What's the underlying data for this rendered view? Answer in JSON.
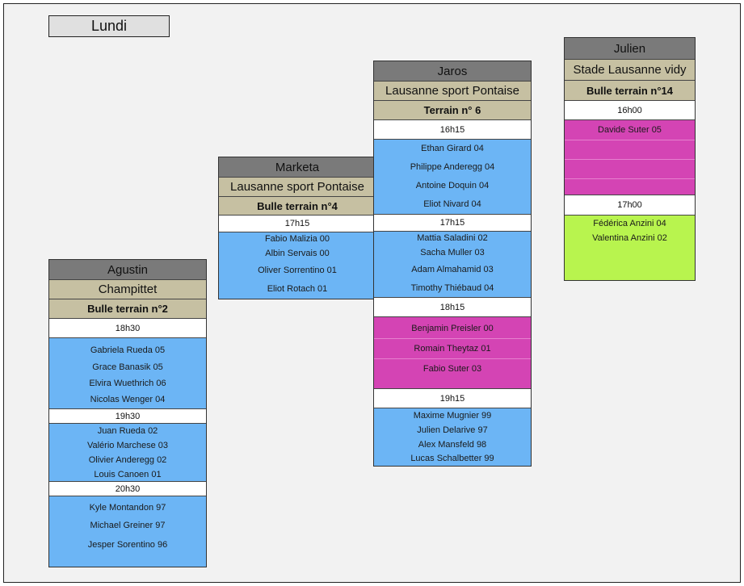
{
  "day": "Lundi",
  "columns": {
    "agustin": {
      "coach": "Agustin",
      "venue": "Champittet",
      "pitch": "Bulle terrain n°2",
      "sessions": [
        {
          "time": "18h30",
          "color": "#6cb5f5",
          "players": [
            "Gabriela Rueda 05",
            "Grace Banasik 05",
            "Elvira Wuethrich 06",
            "Nicolas Wenger 04"
          ]
        },
        {
          "time": "19h30",
          "color": "#6cb5f5",
          "players": [
            "Juan Rueda 02",
            "Valério Marchese 03",
            "Olivier Anderegg 02",
            "Louis Canoen 01"
          ]
        },
        {
          "time": "20h30",
          "color": "#6cb5f5",
          "players": [
            "Kyle Montandon 97",
            "Michael Greiner 97",
            "Jesper Sorentino 96"
          ]
        }
      ]
    },
    "marketa": {
      "coach": "Marketa",
      "venue": "Lausanne sport Pontaise",
      "pitch": "Bulle terrain n°4",
      "sessions": [
        {
          "time": "17h15",
          "color": "#6cb5f5",
          "players": [
            "Fabio Malizia 00",
            "Albin Servais 00",
            "Oliver Sorrentino 01",
            "Eliot Rotach 01"
          ]
        }
      ]
    },
    "jaros": {
      "coach": "Jaros",
      "venue": "Lausanne sport Pontaise",
      "pitch": "Terrain n° 6",
      "sessions": [
        {
          "time": "16h15",
          "color": "#6cb5f5",
          "players": [
            "Ethan Girard 04",
            "Philippe Anderegg 04",
            "Antoine Doquin 04",
            "Eliot Nivard 04"
          ]
        },
        {
          "time": "17h15",
          "color": "#6cb5f5",
          "players": [
            "Mattia Saladini 02",
            "Sacha Muller 03",
            "Adam Almahamid 03",
            "Timothy Thiébaud 04"
          ]
        },
        {
          "time": "18h15",
          "color": "#d444b4",
          "players": [
            "Benjamin Preisler 00",
            "Romain Theytaz 01",
            "Fabio Suter 03"
          ]
        },
        {
          "time": "19h15",
          "color": "#6cb5f5",
          "players": [
            "Maxime Mugnier 99",
            "Julien Delarive 97",
            "Alex Mansfeld 98",
            "Lucas Schalbetter 99"
          ]
        }
      ]
    },
    "julien": {
      "coach": "Julien",
      "venue": "Stade Lausanne vidy",
      "pitch": "Bulle terrain n°14",
      "sessions": [
        {
          "time": "16h00",
          "color": "#d444b4",
          "players": [
            "Davide Suter 05"
          ]
        },
        {
          "time": "17h00",
          "color": "#b8f44e",
          "players": [
            "Fédérica Anzini 04",
            "Valentina Anzini 02"
          ]
        }
      ]
    }
  }
}
